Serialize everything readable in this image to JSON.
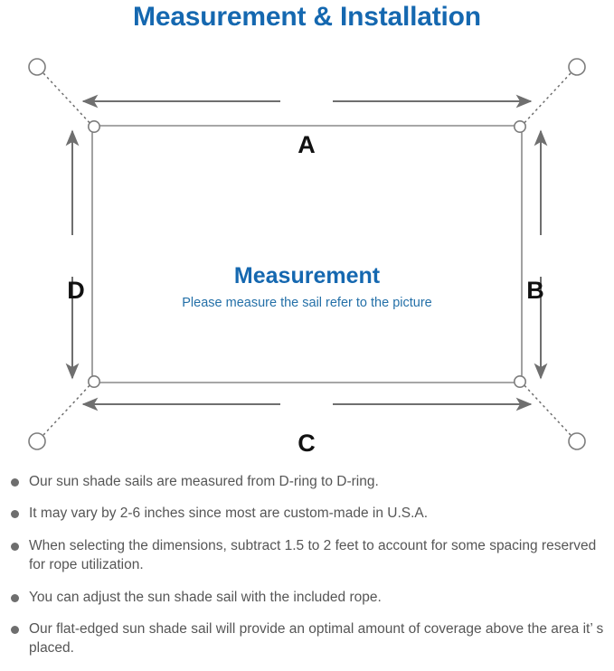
{
  "header": {
    "title": "Measurement & Installation",
    "title_color": "#1568b0"
  },
  "diagram": {
    "center_title": "Measurement",
    "center_subtitle": "Please measure the sail refer to the picture",
    "dimension_labels": {
      "top": "A",
      "right": "B",
      "bottom": "C",
      "left": "D"
    },
    "colors": {
      "sail_edge": "#8a8a8a",
      "dimension_line": "#6f6f6f",
      "anchor_ring": "#7d7d7d",
      "rope_dotted": "#6f6f6f",
      "label": "#111111"
    },
    "parts": {
      "anchor_ring": "anchor-ring",
      "d_ring": "d-ring",
      "rope": "rope-dotted-line",
      "sail": "shade-sail-panel"
    }
  },
  "notes": [
    "Our sun shade sails are measured from D-ring to D-ring.",
    "It may vary by 2-6 inches since most are custom-made in U.S.A.",
    "When selecting the dimensions, subtract 1.5 to 2 feet to account for some spacing reserved for rope utilization.",
    "You can adjust the sun shade sail with the included rope.",
    "Our flat-edged sun shade sail will provide an optimal amount of coverage above the area it’ s placed."
  ]
}
